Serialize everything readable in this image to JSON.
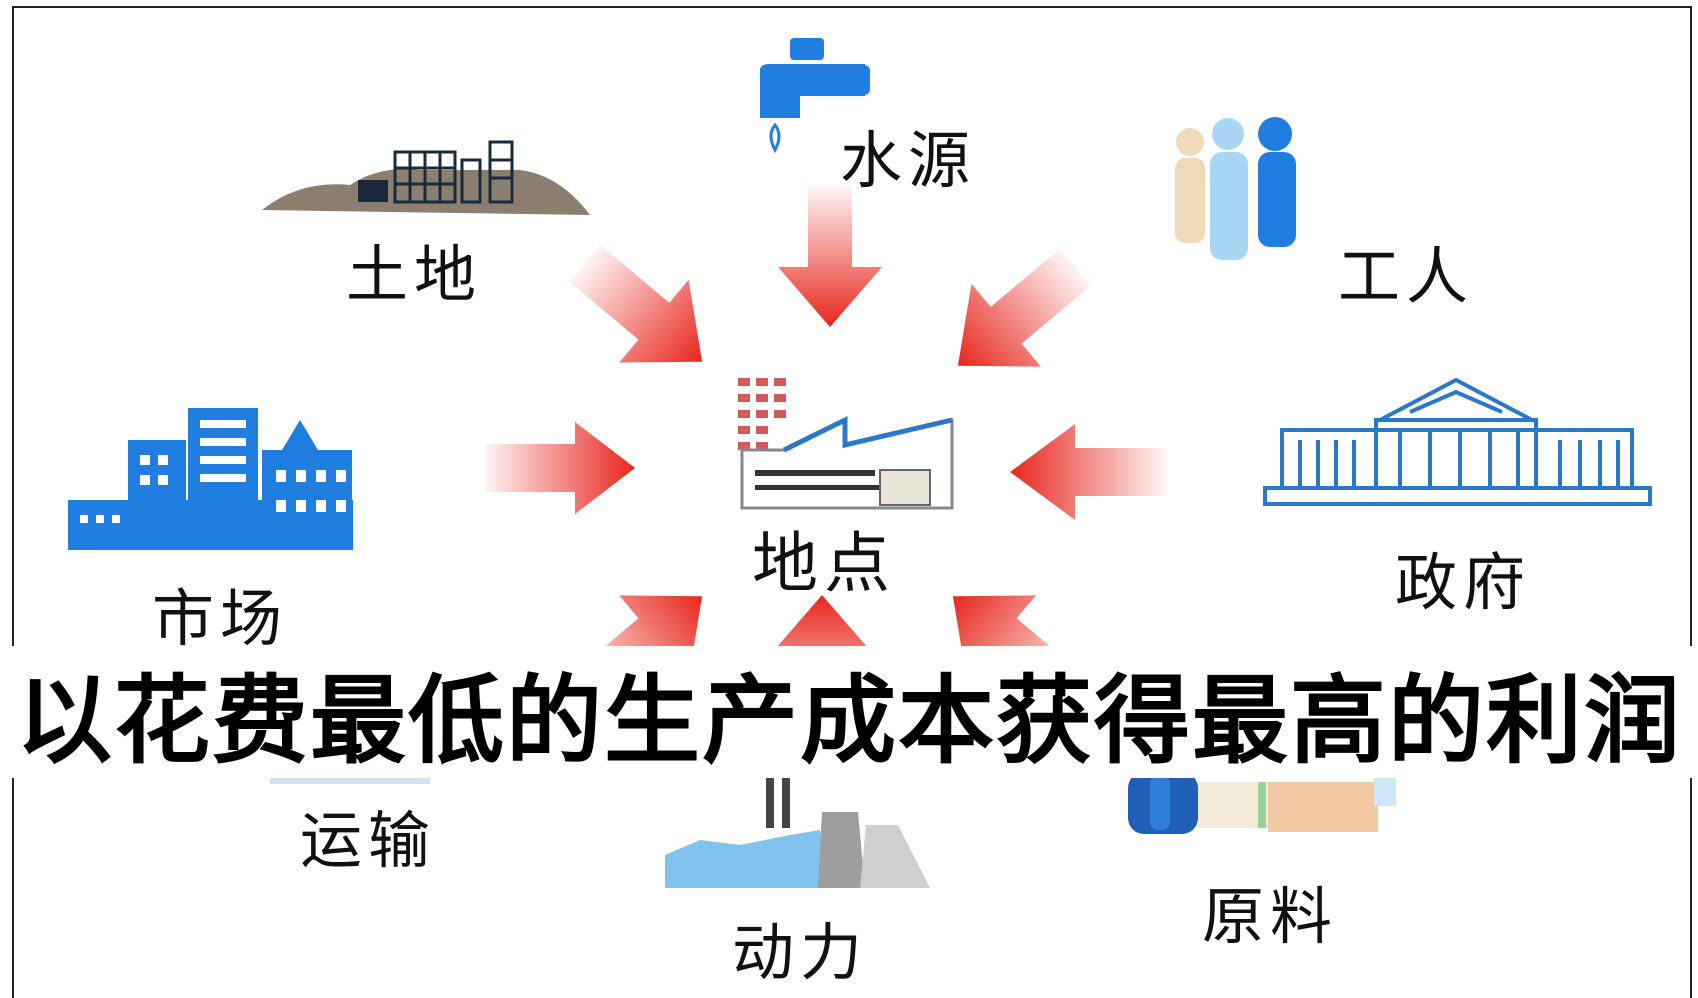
{
  "center": {
    "label": "地点",
    "icon": "factory-icon"
  },
  "factors": [
    {
      "key": "water",
      "label": "水源",
      "icon": "faucet-icon"
    },
    {
      "key": "land",
      "label": "土地",
      "icon": "land-buildings-icon"
    },
    {
      "key": "workers",
      "label": "工人",
      "icon": "workers-icon"
    },
    {
      "key": "market",
      "label": "市场",
      "icon": "city-buildings-icon"
    },
    {
      "key": "government",
      "label": "政府",
      "icon": "government-building-icon"
    },
    {
      "key": "transport",
      "label": "运输",
      "icon": "transport-icon"
    },
    {
      "key": "power",
      "label": "动力",
      "icon": "power-plant-icon"
    },
    {
      "key": "materials",
      "label": "原料",
      "icon": "raw-materials-icon"
    }
  ],
  "banner": "以花费最低的生产成本获得最高的利润",
  "colors": {
    "arrow": "#e8261e",
    "icon_blue": "#1f7ee0",
    "light_blue": "#8cc8f0",
    "text": "#111111"
  }
}
